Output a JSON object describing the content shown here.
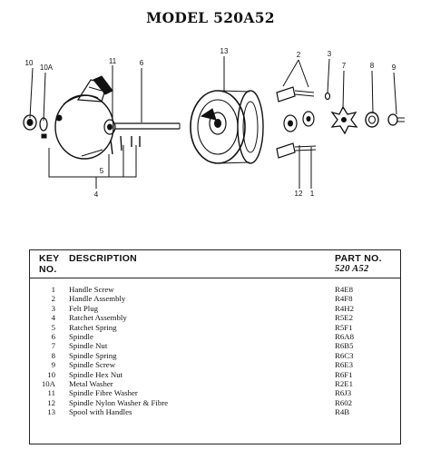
{
  "title": "MODEL 520A52",
  "callouts": [
    "10",
    "10A",
    "11",
    "6",
    "13",
    "2",
    "3",
    "7",
    "8",
    "9",
    "5",
    "4",
    "12",
    "1"
  ],
  "table": {
    "header_key_line1": "KEY",
    "header_key_line2": "NO.",
    "header_desc": "DESCRIPTION",
    "header_part_line1": "PART NO.",
    "header_part_line2": "520 A52",
    "rows": [
      {
        "key": "1",
        "desc": "Handle Screw",
        "part": "R4E8"
      },
      {
        "key": "2",
        "desc": "Handle Assembly",
        "part": "R4F8"
      },
      {
        "key": "3",
        "desc": "Felt Plug",
        "part": "R4H2"
      },
      {
        "key": "4",
        "desc": "Ratchet Assembly",
        "part": "R5E2"
      },
      {
        "key": "5",
        "desc": "Ratchet Spring",
        "part": "R5F1"
      },
      {
        "key": "6",
        "desc": "Spindle",
        "part": "R6A8"
      },
      {
        "key": "7",
        "desc": "Spindle Nut",
        "part": "R6B5"
      },
      {
        "key": "8",
        "desc": "Spindle Spring",
        "part": "R6C3"
      },
      {
        "key": "9",
        "desc": "Spindle Screw",
        "part": "R6E3"
      },
      {
        "key": "10",
        "desc": "Spindle Hex Nut",
        "part": "R6F1"
      },
      {
        "key": "10A",
        "desc": "Metal Washer",
        "part": "R2E1"
      },
      {
        "key": "11",
        "desc": "Spindle Fibre Washer",
        "part": "R6J3"
      },
      {
        "key": "12",
        "desc": "Spindle Nylon Washer & Fibre",
        "part": "R602"
      },
      {
        "key": "13",
        "desc": "Spool with Handles",
        "part": "R4B"
      }
    ]
  }
}
